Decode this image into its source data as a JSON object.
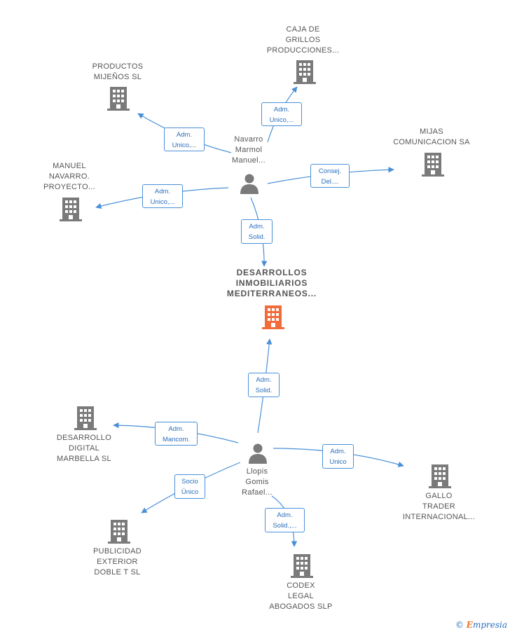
{
  "colors": {
    "edge": "#4a90d9",
    "building": "#7a7a7a",
    "building_main": "#f26b3a",
    "person": "#7a7a7a"
  },
  "people": {
    "navarro": {
      "name": "Navarro\nMarmol\nManuel..."
    },
    "llopis": {
      "name": "Llopis\nGomis\nRafael..."
    }
  },
  "companies": {
    "main": {
      "name": "DESARROLLOS\nINMOBILIARIOS\nMEDITERRANEOS..."
    },
    "caja": {
      "name": "CAJA DE\nGRILLOS\nPRODUCCIONES..."
    },
    "productos": {
      "name": "PRODUCTOS\nMIJEÑOS SL"
    },
    "mijas": {
      "name": "MIJAS\nCOMUNICACION SA"
    },
    "manuel": {
      "name": "MANUEL\nNAVARRO.\nPROYECTO..."
    },
    "digital": {
      "name": "DESARROLLO\nDIGITAL\nMARBELLA  SL"
    },
    "gallo": {
      "name": "GALLO\nTRADER\nINTERNACIONAL..."
    },
    "publicidad": {
      "name": "PUBLICIDAD\nEXTERIOR\nDOBLE T  SL"
    },
    "codex": {
      "name": "CODEX\nLEGAL\nABOGADOS  SLP"
    }
  },
  "roles": {
    "navarro_caja": "Adm.\nUnico,...",
    "navarro_productos": "Adm.\nUnico,...",
    "navarro_mijas": "Consej.\nDel....",
    "navarro_manuel": "Adm.\nUnico,...",
    "navarro_main": "Adm.\nSolid.",
    "llopis_main": "Adm.\nSolid.",
    "llopis_digital": "Adm.\nMancom.",
    "llopis_gallo": "Adm.\nUnico",
    "llopis_publicidad": "Socio\nÚnico",
    "llopis_codex": "Adm.\nSolid.,..."
  },
  "footer": {
    "copyright": "©",
    "brand_first": "E",
    "brand_rest": "mpresia"
  }
}
